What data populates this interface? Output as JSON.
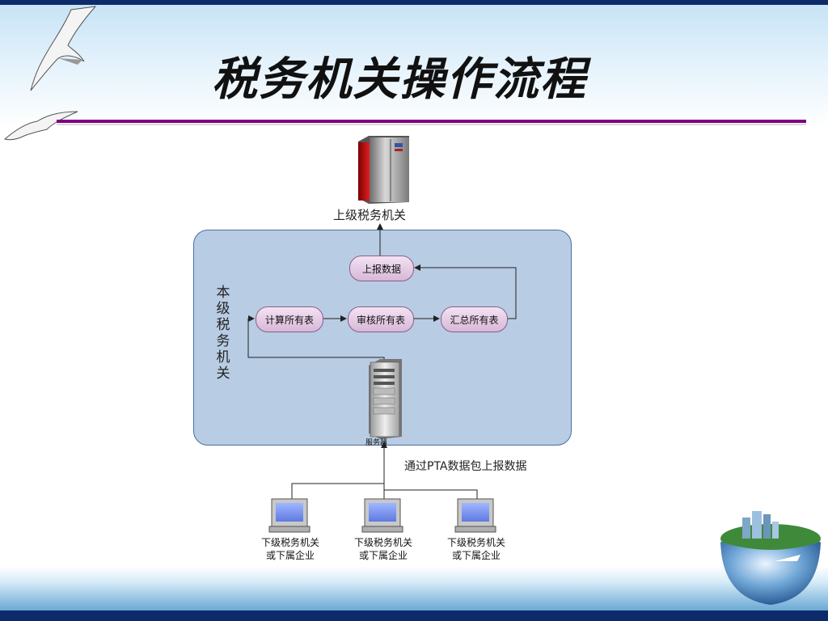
{
  "title": "税务机关操作流程",
  "upper_authority": "上级税务机关",
  "local_authority": "本级税务机关",
  "steps": {
    "report": "上报数据",
    "calculate": "计算所有表",
    "review": "审核所有表",
    "summarize": "汇总所有表"
  },
  "server_label": "服务器",
  "transfer_note": "通过PTA数据包上报数据",
  "clients": [
    {
      "line1": "下级税务机关",
      "line2": "或下属企业"
    },
    {
      "line1": "下级税务机关",
      "line2": "或下属企业"
    },
    {
      "line1": "下级税务机关",
      "line2": "或下属企业"
    }
  ],
  "colors": {
    "panel": "#b8cce4",
    "pill": "#d7b8d7",
    "header_line": "#800080",
    "frame": "#0d2a6b"
  }
}
